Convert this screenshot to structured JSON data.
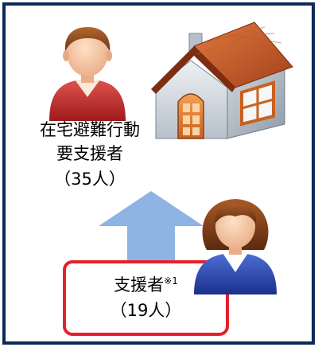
{
  "evacuee": {
    "label_line1": "在宅避難行動",
    "label_line2": "要支援者",
    "count": "（35人）"
  },
  "supporter": {
    "label": "支援者",
    "note_mark": "※1",
    "count": "（19人）"
  },
  "colors": {
    "frame": "#0d2a57",
    "highlight_box": "#e6202a",
    "arrow": "#8db4e2"
  },
  "icons": [
    "person-red-shirt-icon",
    "house-icon",
    "person-blue-suit-icon",
    "arrow-up-icon"
  ]
}
